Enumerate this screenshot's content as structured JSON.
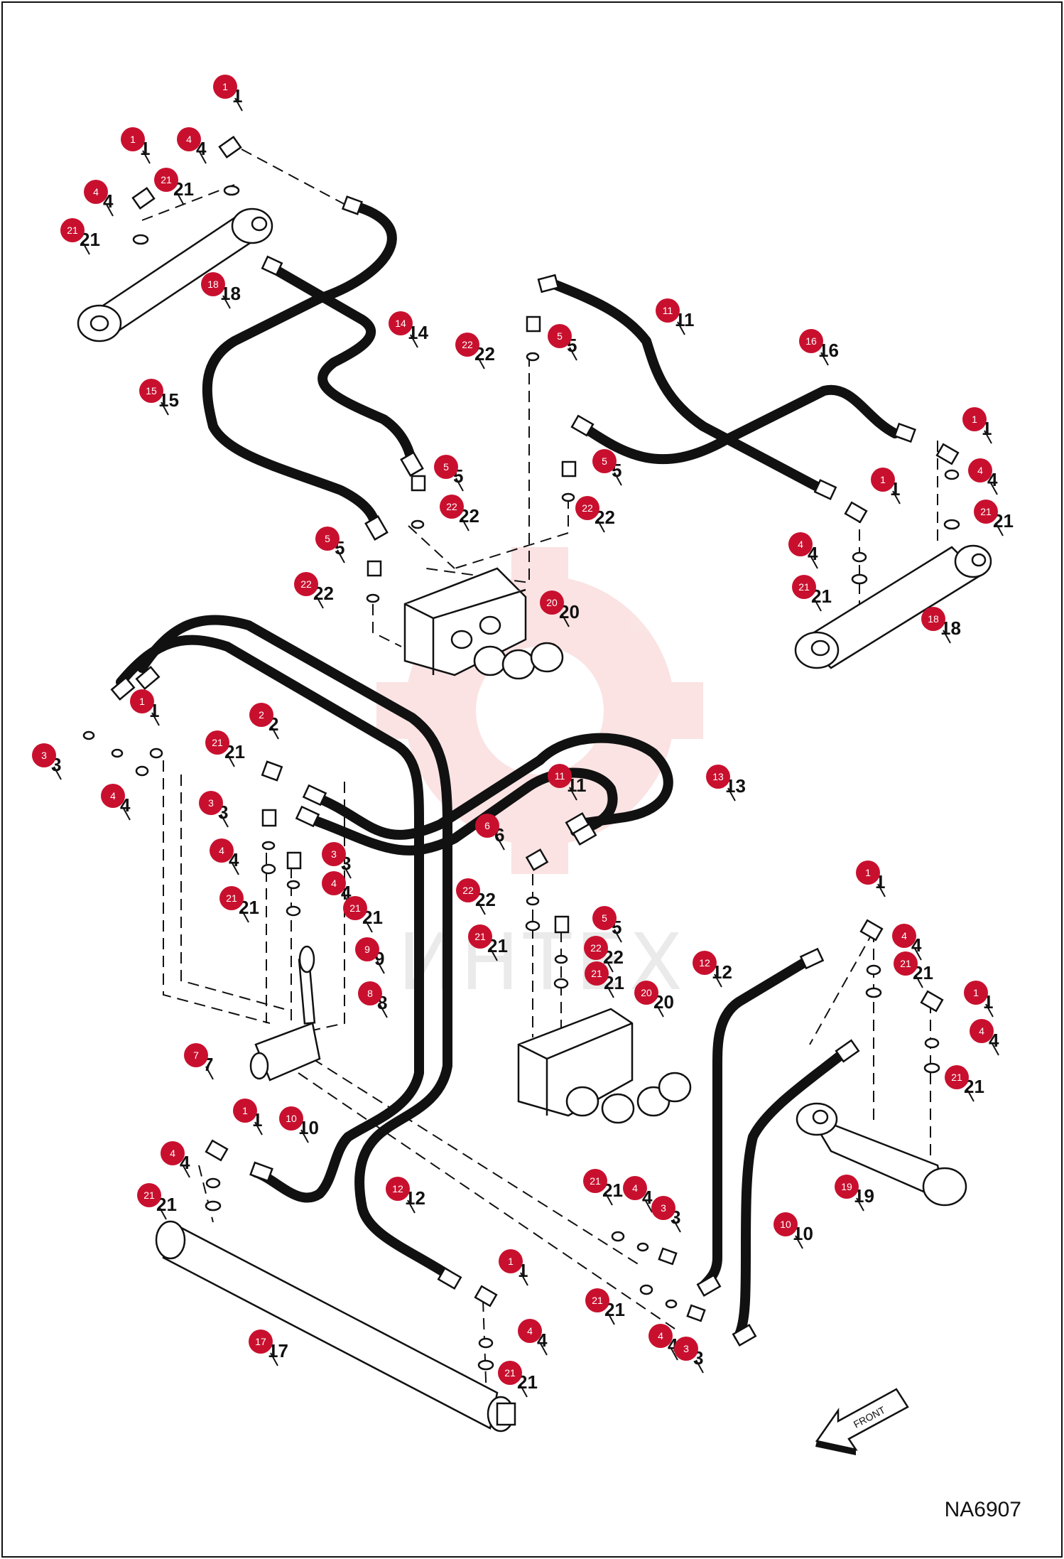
{
  "drawing_code": "NA6907",
  "watermark_text": "ИНТЕХ",
  "front_arrow_label": "FRONT",
  "callout_color": "#c8102e",
  "callouts": [
    {
      "label": "1"
    },
    {
      "label": "1"
    },
    {
      "label": "4"
    },
    {
      "label": "21"
    },
    {
      "label": "4"
    },
    {
      "label": "21"
    },
    {
      "label": "18"
    },
    {
      "label": "14"
    },
    {
      "label": "15"
    },
    {
      "label": "22"
    },
    {
      "label": "5"
    },
    {
      "label": "11"
    },
    {
      "label": "16"
    },
    {
      "label": "5"
    },
    {
      "label": "22"
    },
    {
      "label": "5"
    },
    {
      "label": "22"
    },
    {
      "label": "5"
    },
    {
      "label": "22"
    },
    {
      "label": "1"
    },
    {
      "label": "4"
    },
    {
      "label": "21"
    },
    {
      "label": "1"
    },
    {
      "label": "4"
    },
    {
      "label": "21"
    },
    {
      "label": "18"
    },
    {
      "label": "20"
    },
    {
      "label": "1"
    },
    {
      "label": "3"
    },
    {
      "label": "4"
    },
    {
      "label": "21"
    },
    {
      "label": "2"
    },
    {
      "label": "3"
    },
    {
      "label": "4"
    },
    {
      "label": "21"
    },
    {
      "label": "3"
    },
    {
      "label": "4"
    },
    {
      "label": "21"
    },
    {
      "label": "9"
    },
    {
      "label": "8"
    },
    {
      "label": "7"
    },
    {
      "label": "11"
    },
    {
      "label": "13"
    },
    {
      "label": "6"
    },
    {
      "label": "22"
    },
    {
      "label": "21"
    },
    {
      "label": "5"
    },
    {
      "label": "22"
    },
    {
      "label": "21"
    },
    {
      "label": "20"
    },
    {
      "label": "12"
    },
    {
      "label": "1"
    },
    {
      "label": "4"
    },
    {
      "label": "21"
    },
    {
      "label": "1"
    },
    {
      "label": "4"
    },
    {
      "label": "21"
    },
    {
      "label": "19"
    },
    {
      "label": "1"
    },
    {
      "label": "10"
    },
    {
      "label": "4"
    },
    {
      "label": "21"
    },
    {
      "label": "12"
    },
    {
      "label": "21"
    },
    {
      "label": "4"
    },
    {
      "label": "3"
    },
    {
      "label": "10"
    },
    {
      "label": "21"
    },
    {
      "label": "4"
    },
    {
      "label": "3"
    },
    {
      "label": "1"
    },
    {
      "label": "4"
    },
    {
      "label": "21"
    },
    {
      "label": "17"
    }
  ]
}
